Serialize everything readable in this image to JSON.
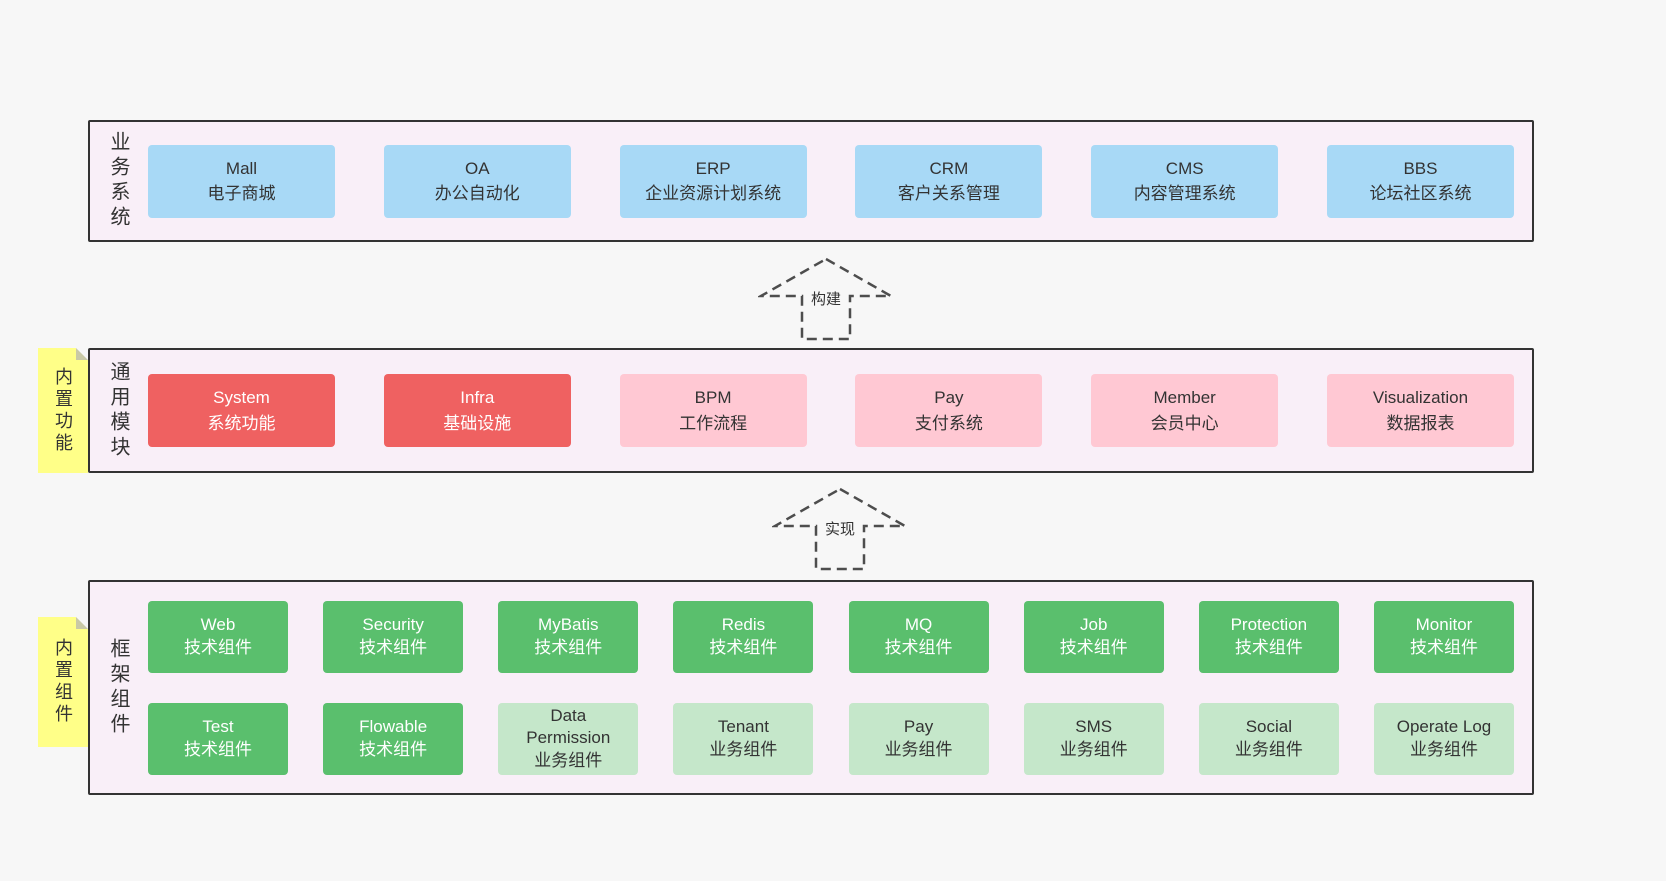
{
  "colors": {
    "page_bg": "#f7f7f7",
    "panel_bg": "#f9eff8",
    "panel_border": "#333333",
    "blue": "#a8d9f6",
    "red": "#ef6161",
    "pink": "#ffc8d3",
    "green": "#5abf6d",
    "lightgreen": "#c5e7ca",
    "sticky": "#ffff88",
    "arrow_stroke": "#4d4d4d"
  },
  "sections": [
    {
      "name": "business-systems",
      "side_label": "业务系统",
      "sticky_label": null,
      "box_rows": [
        [
          {
            "title": "Mall",
            "subtitle": "电子商城",
            "variant": "blue"
          },
          {
            "title": "OA",
            "subtitle": "办公自动化",
            "variant": "blue"
          },
          {
            "title": "ERP",
            "subtitle": "企业资源计划系统",
            "variant": "blue"
          },
          {
            "title": "CRM",
            "subtitle": "客户关系管理",
            "variant": "blue"
          },
          {
            "title": "CMS",
            "subtitle": "内容管理系统",
            "variant": "blue"
          },
          {
            "title": "BBS",
            "subtitle": "论坛社区系统",
            "variant": "blue"
          }
        ]
      ]
    },
    {
      "name": "common-modules",
      "side_label": "通用模块",
      "sticky_label": "内置功能",
      "box_rows": [
        [
          {
            "title": "System",
            "subtitle": "系统功能",
            "variant": "red"
          },
          {
            "title": "Infra",
            "subtitle": "基础设施",
            "variant": "red"
          },
          {
            "title": "BPM",
            "subtitle": "工作流程",
            "variant": "pink"
          },
          {
            "title": "Pay",
            "subtitle": "支付系统",
            "variant": "pink"
          },
          {
            "title": "Member",
            "subtitle": "会员中心",
            "variant": "pink"
          },
          {
            "title": "Visualization",
            "subtitle": "数据报表",
            "variant": "pink"
          }
        ]
      ]
    },
    {
      "name": "framework-components",
      "side_label": "框架组件",
      "sticky_label": "内置组件",
      "box_rows": [
        [
          {
            "title": "Web",
            "subtitle": "技术组件",
            "variant": "green"
          },
          {
            "title": "Security",
            "subtitle": "技术组件",
            "variant": "green"
          },
          {
            "title": "MyBatis",
            "subtitle": "技术组件",
            "variant": "green"
          },
          {
            "title": "Redis",
            "subtitle": "技术组件",
            "variant": "green"
          },
          {
            "title": "MQ",
            "subtitle": "技术组件",
            "variant": "green"
          },
          {
            "title": "Job",
            "subtitle": "技术组件",
            "variant": "green"
          },
          {
            "title": "Protection",
            "subtitle": "技术组件",
            "variant": "green"
          },
          {
            "title": "Monitor",
            "subtitle": "技术组件",
            "variant": "green"
          }
        ],
        [
          {
            "title": "Test",
            "subtitle": "技术组件",
            "variant": "green"
          },
          {
            "title": "Flowable",
            "subtitle": "技术组件",
            "variant": "green"
          },
          {
            "title": "Data Permission",
            "subtitle": "业务组件",
            "variant": "lightgreen"
          },
          {
            "title": "Tenant",
            "subtitle": "业务组件",
            "variant": "lightgreen"
          },
          {
            "title": "Pay",
            "subtitle": "业务组件",
            "variant": "lightgreen"
          },
          {
            "title": "SMS",
            "subtitle": "业务组件",
            "variant": "lightgreen"
          },
          {
            "title": "Social",
            "subtitle": "业务组件",
            "variant": "lightgreen"
          },
          {
            "title": "Operate Log",
            "subtitle": "业务组件",
            "variant": "lightgreen"
          }
        ]
      ]
    }
  ],
  "arrows": [
    {
      "label": "构建"
    },
    {
      "label": "实现"
    }
  ]
}
